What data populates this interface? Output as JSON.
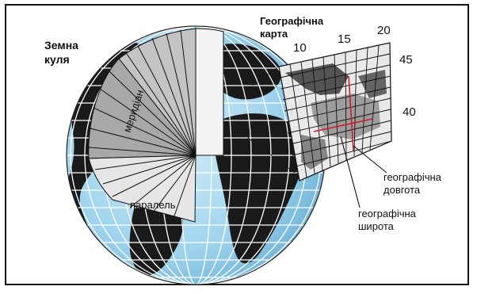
{
  "title_globe": [
    "Земна",
    "куля"
  ],
  "title_map": [
    "Географічна",
    "карта"
  ],
  "longitude_ticks": [
    "10",
    "15",
    "20"
  ],
  "latitude_ticks": [
    "45",
    "40"
  ],
  "label_meridian": "меридіан",
  "label_parallel": "паралель",
  "callout_longitude": [
    "географічна",
    "довгота"
  ],
  "callout_latitude": [
    "географічна",
    "широта"
  ],
  "colors": {
    "ocean": "#9fd4ee",
    "land": "#1a1a1a",
    "grid": "#ffffff",
    "wedge": "#c7c7c7"
  }
}
